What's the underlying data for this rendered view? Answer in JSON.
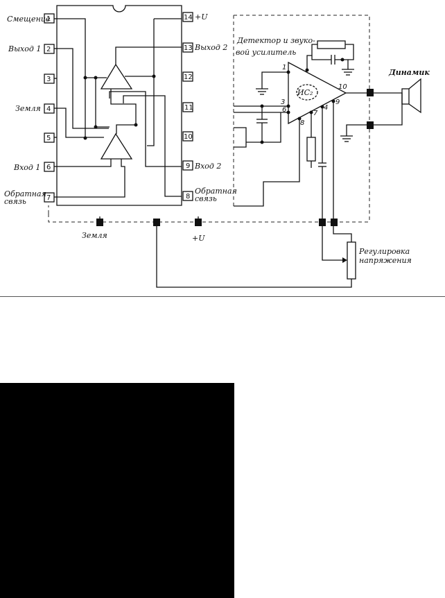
{
  "chip_pins_left": [
    {
      "num": "1",
      "label": "Смещение"
    },
    {
      "num": "2",
      "label": "Выход 1"
    },
    {
      "num": "3",
      "label": ""
    },
    {
      "num": "4",
      "label": "Земля"
    },
    {
      "num": "5",
      "label": ""
    },
    {
      "num": "6",
      "label": "Вход 1"
    },
    {
      "num": "7",
      "label": "Обратная\nсвязь"
    }
  ],
  "chip_pins_right": [
    {
      "num": "14",
      "label": "+U"
    },
    {
      "num": "13",
      "label": "Выход 2"
    },
    {
      "num": "12",
      "label": ""
    },
    {
      "num": "11",
      "label": ""
    },
    {
      "num": "10",
      "label": ""
    },
    {
      "num": "9",
      "label": "Вход 2"
    },
    {
      "num": "8",
      "label": "Обратная\nсвязь"
    }
  ],
  "bus_labels": {
    "ground": "Земля",
    "supply": "+U"
  },
  "detector_block": {
    "title_line1": "Детектор и звуко-",
    "title_line2": "вой усилитель",
    "ic_label": "ИС₂",
    "pins": [
      "1",
      "3",
      "6",
      "8",
      "7",
      "4",
      "9",
      "10"
    ]
  },
  "speaker_label": "Динамик",
  "volume_label_line1": "Регулировка",
  "volume_label_line2": "напряжения"
}
